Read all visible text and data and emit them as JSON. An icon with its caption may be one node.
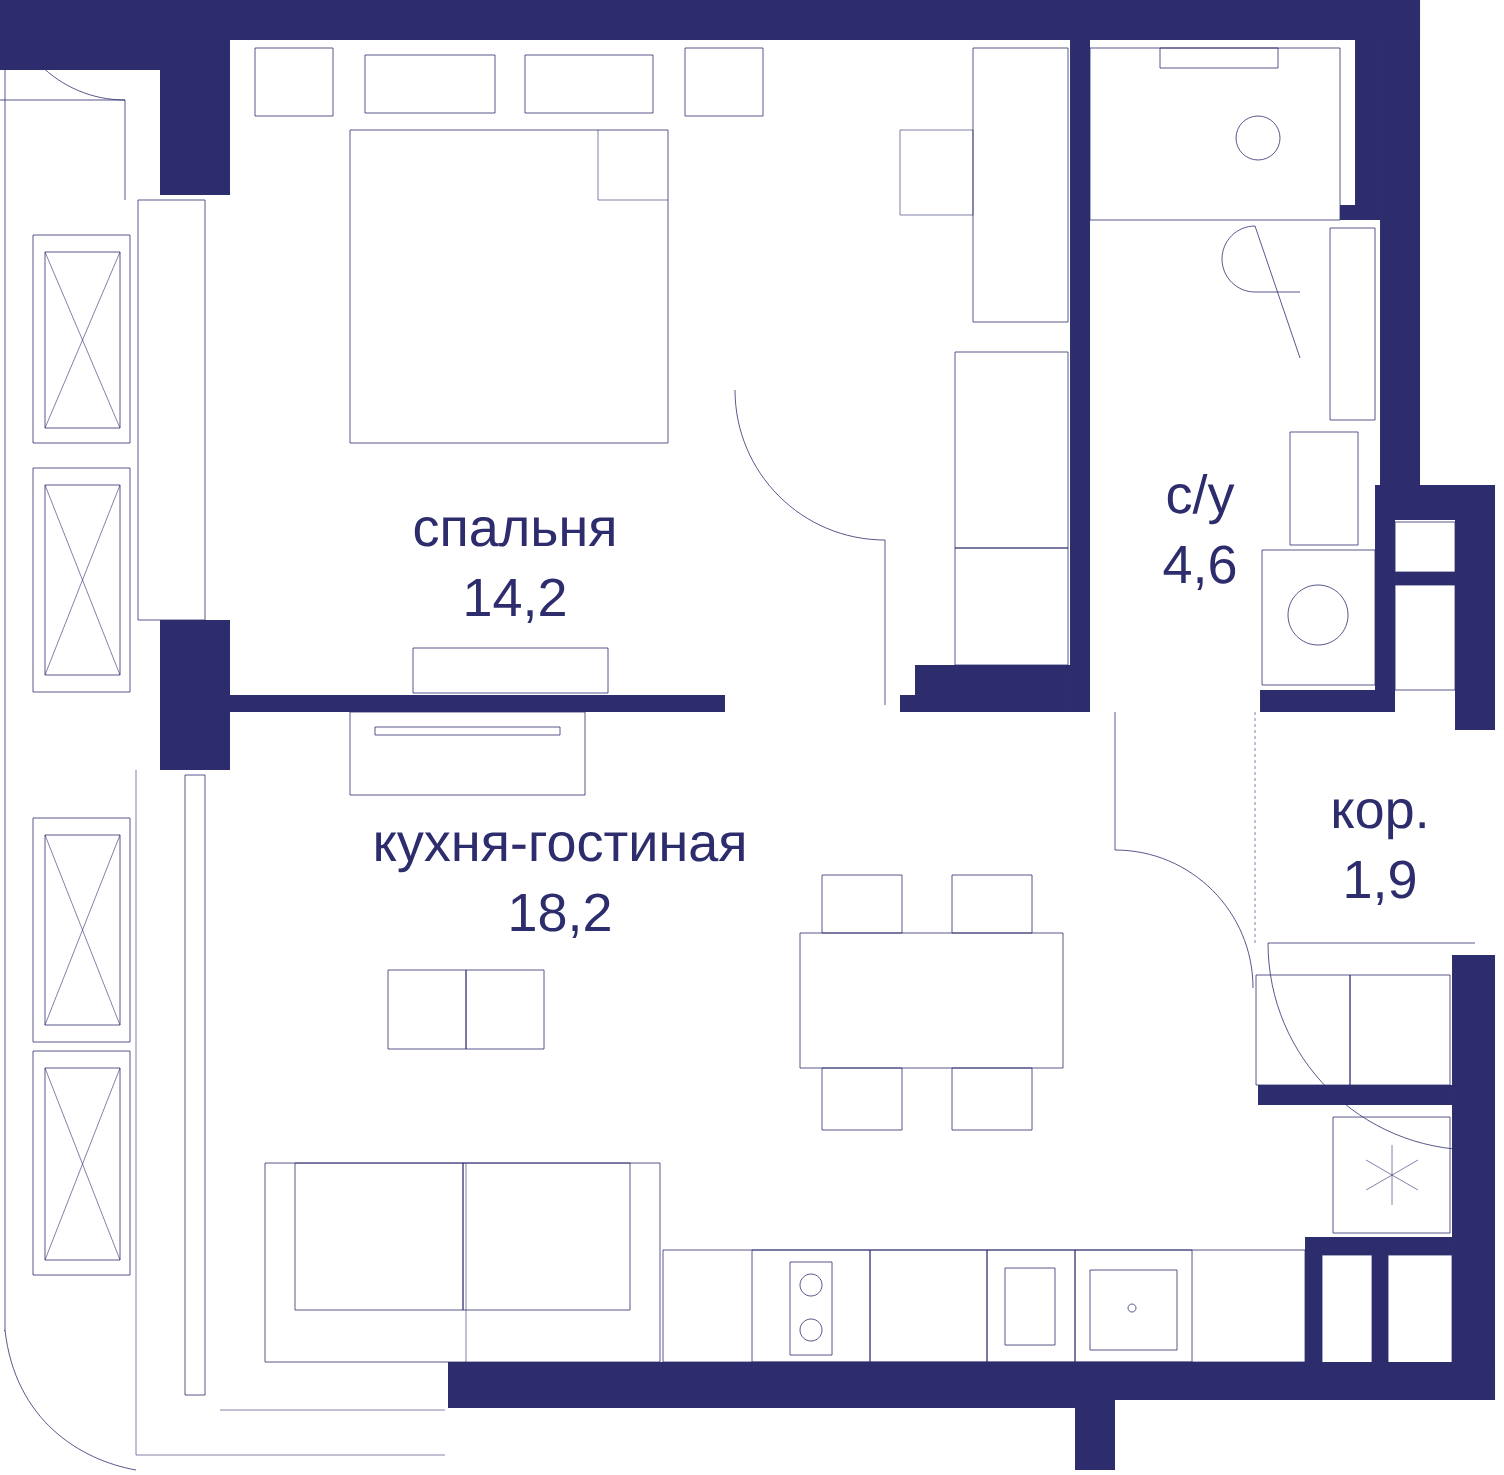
{
  "diagram": {
    "nodes": [
      {
        "text": [
          "спальня",
          "14,2"
        ]
      },
      {
        "text": [
          "с/у",
          "4,6"
        ]
      },
      {
        "text": [
          "кухня-гостиная",
          "18,2"
        ]
      },
      {
        "text": [
          "кор.",
          "1,9"
        ]
      }
    ]
  }
}
